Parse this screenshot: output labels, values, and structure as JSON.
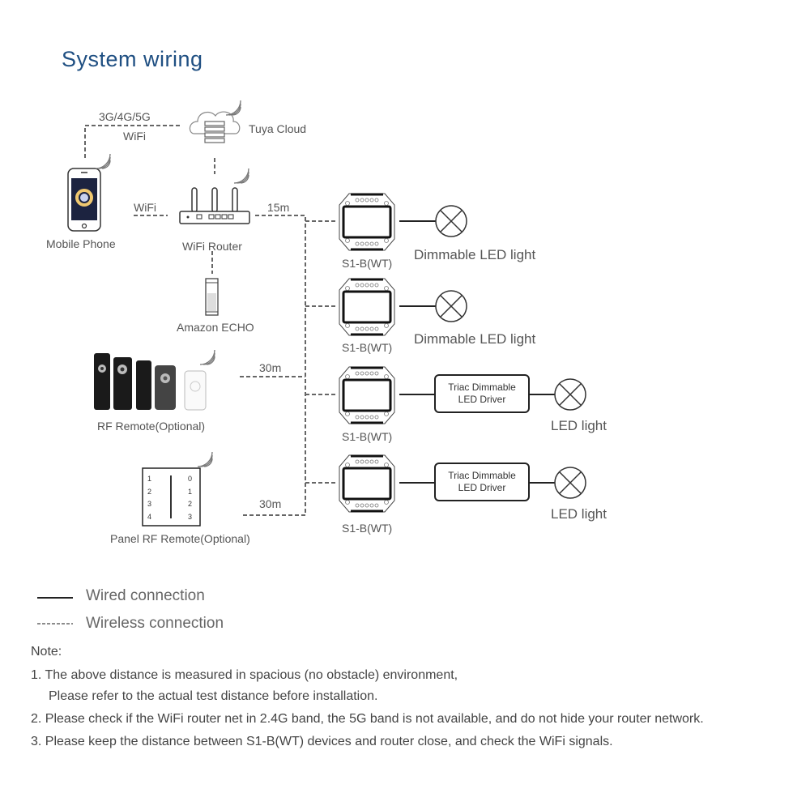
{
  "title": "System wiring",
  "cloud": {
    "label": "Tuya Cloud",
    "icon": "cloud-server-icon"
  },
  "links": {
    "phone_cloud_top": "3G/4G/5G",
    "phone_cloud_bottom": "WiFi",
    "phone_router": "WiFi",
    "router_devices": "15m",
    "rf_remote_devices": "30m",
    "panel_remote_devices": "30m"
  },
  "devices": {
    "phone": {
      "label": "Mobile Phone",
      "icon": "smartphone-icon"
    },
    "router": {
      "label": "WiFi Router",
      "icon": "wifi-router-icon"
    },
    "echo": {
      "label": "Amazon ECHO",
      "icon": "smart-speaker-icon"
    },
    "rf_remote": {
      "label": "RF Remote(Optional)",
      "icon": "rf-remote-icon"
    },
    "panel_remote": {
      "label": "Panel RF Remote(Optional)",
      "icon": "wall-panel-icon",
      "left_keys": [
        "1",
        "2",
        "3",
        "4"
      ],
      "right_keys": [
        "0",
        "1",
        "2",
        "3"
      ]
    }
  },
  "outputs": [
    {
      "module": "S1-B(WT)",
      "driver": null,
      "light": "Dimmable LED light"
    },
    {
      "module": "S1-B(WT)",
      "driver": null,
      "light": "Dimmable LED light"
    },
    {
      "module": "S1-B(WT)",
      "driver": [
        "Triac Dimmable",
        "LED Driver"
      ],
      "light": "LED light"
    },
    {
      "module": "S1-B(WT)",
      "driver": [
        "Triac Dimmable",
        "LED Driver"
      ],
      "light": "LED light"
    }
  ],
  "legend": {
    "wired": "Wired connection",
    "wireless": "Wireless connection"
  },
  "notes": {
    "heading": "Note:",
    "items": [
      "1. The above distance is measured in spacious (no obstacle) environment,",
      "Please refer to the actual test distance before installation.",
      "2. Please check if the WiFi router net in 2.4G band, the 5G band is not available, and do not hide your router network.",
      "3. Please keep the distance between S1-B(WT) devices and router close, and check the WiFi signals."
    ]
  },
  "colors": {
    "title": "#1f4f82",
    "line": "#222222",
    "dashed": "#666666",
    "text": "#555555"
  }
}
